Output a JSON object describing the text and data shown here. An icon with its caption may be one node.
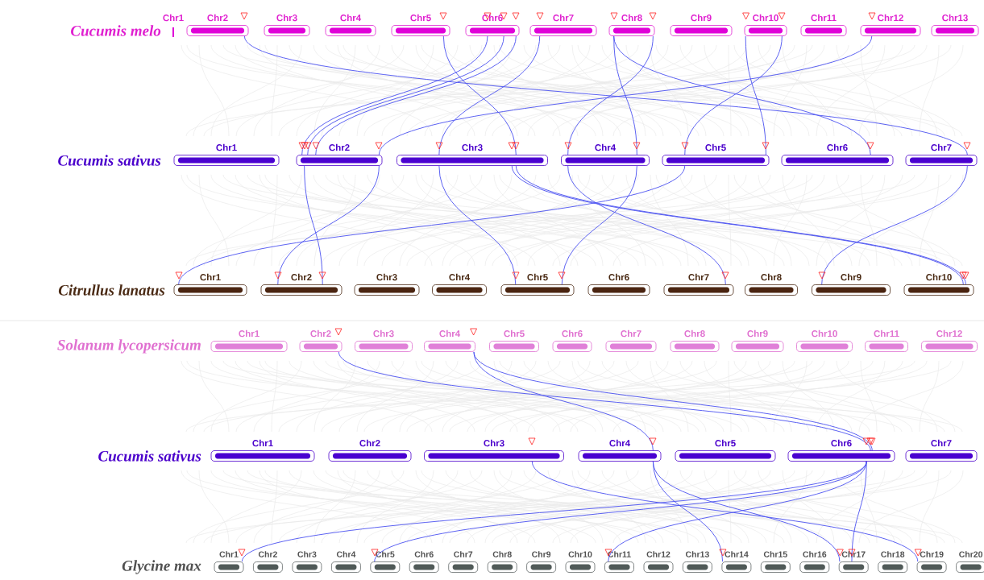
{
  "diagram": {
    "nodes": [
      {
        "text": [
          "Chr1"
        ]
      },
      {
        "text": [
          "Chr2"
        ]
      },
      {
        "text": [
          "Chr3"
        ]
      },
      {
        "text": [
          "Chr4"
        ]
      },
      {
        "text": [
          "Chr5"
        ]
      },
      {
        "text": [
          "Chr6"
        ]
      },
      {
        "text": [
          "Chr7"
        ]
      },
      {
        "text": [
          "Chr8"
        ]
      },
      {
        "text": [
          "Chr9"
        ]
      },
      {
        "text": [
          "Chr10"
        ]
      },
      {
        "text": [
          "Chr11"
        ]
      },
      {
        "text": [
          "Chr12"
        ]
      },
      {
        "text": [
          "Chr13"
        ]
      },
      {
        "text": [
          "Chr1"
        ]
      },
      {
        "text": [
          "Chr2"
        ]
      },
      {
        "text": [
          "Chr3"
        ]
      },
      {
        "text": [
          "Chr4"
        ]
      },
      {
        "text": [
          "Chr5"
        ]
      },
      {
        "text": [
          "Chr6"
        ]
      },
      {
        "text": [
          "Chr7"
        ]
      },
      {
        "text": [
          "Chr1"
        ]
      },
      {
        "text": [
          "Chr2"
        ]
      },
      {
        "text": [
          "Chr3"
        ]
      },
      {
        "text": [
          "Chr4"
        ]
      },
      {
        "text": [
          "Chr5"
        ]
      },
      {
        "text": [
          "Chr6"
        ]
      },
      {
        "text": [
          "Chr7"
        ]
      },
      {
        "text": [
          "Chr8"
        ]
      },
      {
        "text": [
          "Chr9"
        ]
      },
      {
        "text": [
          "Chr10"
        ]
      },
      {
        "text": [
          "Chr1"
        ]
      },
      {
        "text": [
          "Chr2"
        ]
      },
      {
        "text": [
          "Chr3"
        ]
      },
      {
        "text": [
          "Chr4"
        ]
      },
      {
        "text": [
          "Chr5"
        ]
      },
      {
        "text": [
          "Chr6"
        ]
      },
      {
        "text": [
          "Chr7"
        ]
      },
      {
        "text": [
          "Chr8"
        ]
      },
      {
        "text": [
          "Chr9"
        ]
      },
      {
        "text": [
          "Chr10"
        ]
      },
      {
        "text": [
          "Chr11"
        ]
      },
      {
        "text": [
          "Chr12"
        ]
      },
      {
        "text": [
          "Chr1"
        ]
      },
      {
        "text": [
          "Chr2"
        ]
      },
      {
        "text": [
          "Chr3"
        ]
      },
      {
        "text": [
          "Chr4"
        ]
      },
      {
        "text": [
          "Chr5"
        ]
      },
      {
        "text": [
          "Chr6"
        ]
      },
      {
        "text": [
          "Chr7"
        ]
      },
      {
        "text": [
          "Chr1"
        ]
      },
      {
        "text": [
          "Chr2"
        ]
      },
      {
        "text": [
          "Chr3"
        ]
      },
      {
        "text": [
          "Chr4"
        ]
      },
      {
        "text": [
          "Chr5"
        ]
      },
      {
        "text": [
          "Chr6"
        ]
      },
      {
        "text": [
          "Chr7"
        ]
      },
      {
        "text": [
          "Chr8"
        ]
      },
      {
        "text": [
          "Chr9"
        ]
      },
      {
        "text": [
          "Chr10"
        ]
      },
      {
        "text": [
          "Chr11"
        ]
      },
      {
        "text": [
          "Chr12"
        ]
      },
      {
        "text": [
          "Chr13"
        ]
      },
      {
        "text": [
          "Chr14"
        ]
      },
      {
        "text": [
          "Chr15"
        ]
      },
      {
        "text": [
          "Chr16"
        ]
      },
      {
        "text": [
          "Chr17"
        ]
      },
      {
        "text": [
          "Chr18"
        ]
      },
      {
        "text": [
          "Chr19"
        ]
      },
      {
        "text": [
          "Chr20"
        ]
      }
    ],
    "edges": [
      {
        "from": 1,
        "to": 19,
        "arrow": "none"
      },
      {
        "from": 4,
        "to": 15,
        "arrow": "none"
      },
      {
        "from": 5,
        "to": 14,
        "arrow": "none"
      },
      {
        "from": 5,
        "to": 14,
        "arrow": "none"
      },
      {
        "from": 5,
        "to": 14,
        "arrow": "none"
      },
      {
        "from": 6,
        "to": 15,
        "arrow": "none"
      },
      {
        "from": 7,
        "to": 16,
        "arrow": "none"
      },
      {
        "from": 7,
        "to": 16,
        "arrow": "none"
      },
      {
        "from": 7,
        "to": 18,
        "arrow": "none"
      },
      {
        "from": 9,
        "to": 17,
        "arrow": "none"
      },
      {
        "from": 9,
        "to": 17,
        "arrow": "none"
      },
      {
        "from": 11,
        "to": 14,
        "arrow": "none"
      },
      {
        "from": 14,
        "to": 21,
        "arrow": "none"
      },
      {
        "from": 14,
        "to": 21,
        "arrow": "none"
      },
      {
        "from": 15,
        "to": 24,
        "arrow": "none"
      },
      {
        "from": 15,
        "to": 29,
        "arrow": "none"
      },
      {
        "from": 15,
        "to": 29,
        "arrow": "none"
      },
      {
        "from": 16,
        "to": 26,
        "arrow": "none"
      },
      {
        "from": 16,
        "to": 24,
        "arrow": "none"
      },
      {
        "from": 17,
        "to": 20,
        "arrow": "none"
      },
      {
        "from": 19,
        "to": 28,
        "arrow": "none"
      },
      {
        "from": 31,
        "to": 47,
        "arrow": "none"
      },
      {
        "from": 33,
        "to": 47,
        "arrow": "none"
      },
      {
        "from": 33,
        "to": 45,
        "arrow": "none"
      },
      {
        "from": 44,
        "to": 67,
        "arrow": "none"
      },
      {
        "from": 45,
        "to": 62,
        "arrow": "none"
      },
      {
        "from": 45,
        "to": 65,
        "arrow": "none"
      },
      {
        "from": 47,
        "to": 49,
        "arrow": "none"
      },
      {
        "from": 47,
        "to": 53,
        "arrow": "none"
      },
      {
        "from": 47,
        "to": 59,
        "arrow": "none"
      },
      {
        "from": 47,
        "to": 65,
        "arrow": "none"
      }
    ],
    "labels": [
      "Cucumis melo",
      "Cucumis sativus",
      "Citrullus lanatus",
      "Solanum lycopersicum",
      "Cucumis sativus",
      "Glycine max"
    ]
  }
}
